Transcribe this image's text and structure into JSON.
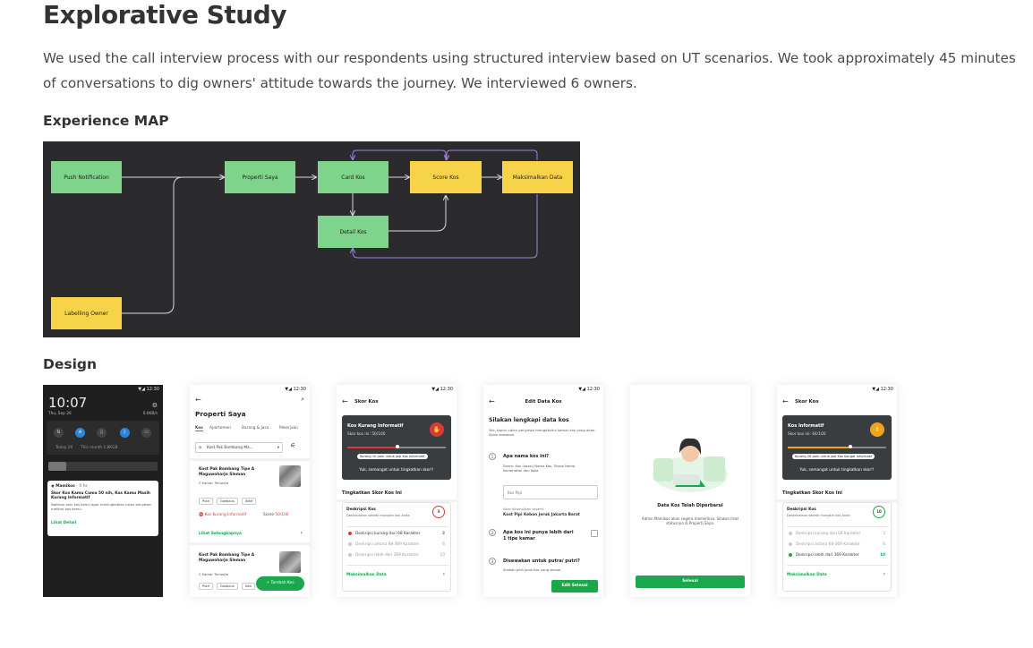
{
  "page": {
    "title": "Explorative Study",
    "paragraph": "We used the call interview process with our respondents using structured interview based on UT scenarios. We took approximately 45 minutes of conversations to dig owners' attitude towards the journey. We interviewed 6 owners.",
    "experience_heading": "Experience MAP",
    "design_heading": "Design"
  },
  "map": {
    "colors": {
      "background": "#2b2b2e",
      "green": "#7ed48a",
      "yellow": "#f6d349",
      "purple": "#a57ee6",
      "connector": "#d8d8d8"
    },
    "nodes": {
      "push": "Push Notification",
      "properti": "Properti Saya",
      "card": "Card Kos",
      "score": "Score Kos",
      "maks": "Maksimalkan Data",
      "detail": "Detail Kos",
      "labeling": "Labelling Owner"
    }
  },
  "screens": {
    "s1": {
      "time": "10:07",
      "date": "Thu, Sep 26",
      "statusbar": "▼◢ 12:30",
      "battery": "0.0KB/s",
      "shade_left": "Today 26",
      "shade_right": "This month 1.8KGB",
      "app": "Mamikos",
      "ago": "· 5 hr",
      "notif_title": "Skor Kos Kamu Cuma 50 nih, Kos Kamu Masih Kurang Informatif",
      "notif_body": "Naikkan skor kos kamu agar meningkatkan calon penyewa melihat kos kamu.",
      "notif_link": "Lihat Detail"
    },
    "s2": {
      "statusbar": "▼◢ 12:30",
      "title": "Properti Saya",
      "tabs": [
        "Kos",
        "Apartemen",
        "Barang & Jasa",
        "Pekerjaan"
      ],
      "selector": "Kost Pak Bambang Ma...",
      "card1_title": "Kost Pak Bambang Tipe A Maguwoharjo Sleman",
      "card1_sub": "2 Kamar Tersedia",
      "chips": [
        "Putri",
        "Goldplus",
        "Aktif"
      ],
      "badge": "Kos Kurang Informatif",
      "score_label": "Score",
      "score_value": "50/100",
      "more": "Lihat Selengkapnya",
      "card2_title": "Kost Pak Bambang Tipe A Maguwoharjo Sleman",
      "card2_sub": "2 Kamar Tersedia",
      "chips2": [
        "Putri",
        "Goldplus",
        "Akti"
      ],
      "fab": "Tambah Kos"
    },
    "s3": {
      "statusbar": "▼◢ 12:30",
      "header": "Skor Kos",
      "card_title": "Kos Kurang Informatif",
      "card_score": "Skor kos ini: 50/100",
      "pill": "Kurang 10 poin untuk jadi Kos Informatif",
      "motivate": "Yuk, semangat untuk tingkatkan skor!!",
      "section": "Tingkatkan Skor Kos Ini",
      "item": "Deskripsi Kos",
      "item_sub": "Deskripsikan sedetil mungkin kos Anda",
      "ring": "3",
      "checks": [
        {
          "label": "Deskripsi kurang dari 68 Karakter",
          "value": "3"
        },
        {
          "label": "Deskripsi antara 68-369 Karakter",
          "value": "6"
        },
        {
          "label": "Deskripsi lebih dari 369 Karakter",
          "value": "10"
        }
      ],
      "link": "Maksimalkan Data"
    },
    "s4": {
      "statusbar": "▼◢ 12:30",
      "header": "Edit Data Kos",
      "title": "Silakan lengkapi data kos",
      "intro": "Yuk, bantu calon penyewa mengetahui kamar kos yang akan Anda sewakan.",
      "q1_num": "1",
      "q1": "Apa nama kos ini?",
      "q1_hint": "Saran: Kos (spasi) Nama Kos, Tanpa Nama Kecamatan dan Kota",
      "placeholder": "Kos Pipi",
      "display_note": "Akan ditampilkan seperti:",
      "display_value": "Kost Pipi Kebon Jeruk Jakarta Barat",
      "q2_num": "2",
      "q2": "Apa kos ini punya lebih dari 1 tipe kamar",
      "q3_num": "3",
      "q3": "Disewakan untuk putra/ putri?",
      "q3_hint": "Silakan pilih jenis kos yang sesuai.",
      "button": "Edit Selesai"
    },
    "s5": {
      "title": "Data Kos Telah Diperbarui",
      "body": "Admin Mamikos akan segera memeriksa. Silakan lihat statusnya di Properti Saya.",
      "button": "Selesai"
    },
    "s6": {
      "statusbar": "▼◢ 12:30",
      "header": "Skor Kos",
      "card_title": "Kos Informatif",
      "card_score": "Skor kos ini: 64/100",
      "pill": "Kurang 26 poin untuk jadi Kos Sangat Informatif",
      "motivate": "Yuk, semangat untuk tingkatkan skor!!",
      "section": "Tingkatkan Skor Kos Ini",
      "item": "Deskripsi Kos",
      "item_sub": "Deskripsikan sedetil mungkin kos Anda",
      "ring": "10",
      "checks": [
        {
          "label": "Deskripsi kurang dari 68 Karakter",
          "value": "3"
        },
        {
          "label": "Deskripsi antara 68-369 Karakter",
          "value": "6"
        },
        {
          "label": "Deskripsi lebih dari 369 Karakter",
          "value": "10"
        }
      ],
      "link": "Maksimalkan Data"
    }
  }
}
